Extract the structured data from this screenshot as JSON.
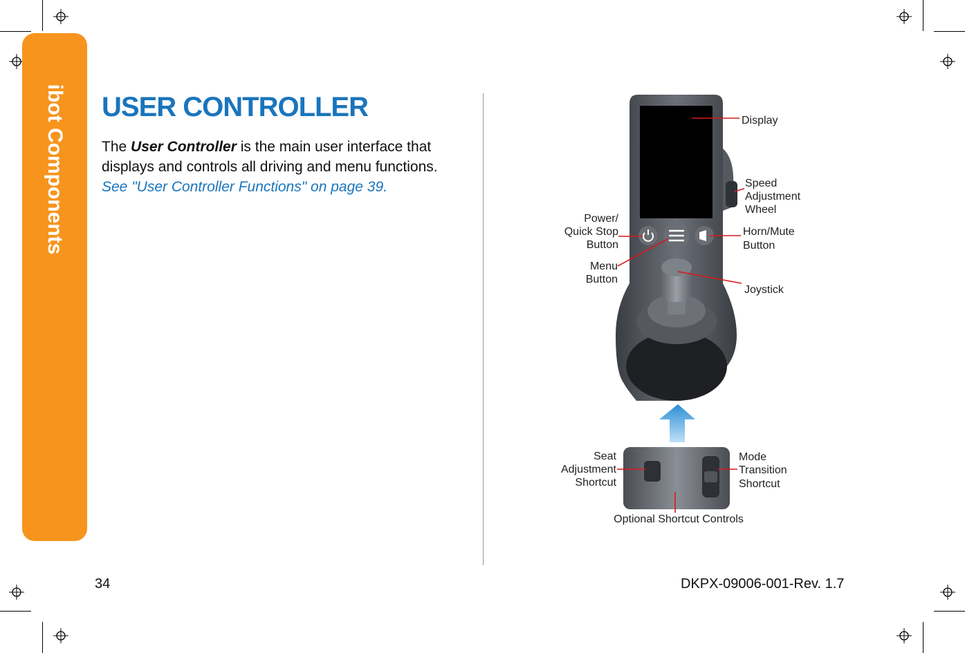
{
  "side_tab": {
    "label": "ibot Components"
  },
  "heading": "USER CONTROLLER",
  "intro": {
    "the": "The ",
    "term": "User Controller",
    "rest": " is the main user interface that displays and controls all driving and menu functions. ",
    "xref": "See \"User Controller Functions\" on page 39."
  },
  "figure": {
    "labels": {
      "display": "Display",
      "speed_1": "Speed",
      "speed_2": "Adjustment",
      "speed_3": "Wheel",
      "power_1": "Power/",
      "power_2": "Quick Stop",
      "power_3": "Button",
      "horn_1": "Horn/Mute",
      "horn_2": "Button",
      "menu_1": "Menu",
      "menu_2": "Button",
      "joystick": "Joystick",
      "seat_1": "Seat",
      "seat_2": "Adjustment",
      "seat_3": "Shortcut",
      "mode_1": "Mode",
      "mode_2": "Transition",
      "mode_3": "Shortcut",
      "optional": "Optional Shortcut Controls"
    },
    "leader_color": "#d7191c",
    "arrow_color": "#2b8fd6"
  },
  "footer": {
    "page_number": "34",
    "doc_id": "DKPX-09006-001-Rev. 1.7"
  },
  "colors": {
    "accent_orange": "#f7941d",
    "heading_blue": "#1a75bc"
  },
  "icons": [
    "registration-mark-icon",
    "power-icon",
    "menu-icon",
    "horn-icon",
    "up-arrow-icon"
  ]
}
